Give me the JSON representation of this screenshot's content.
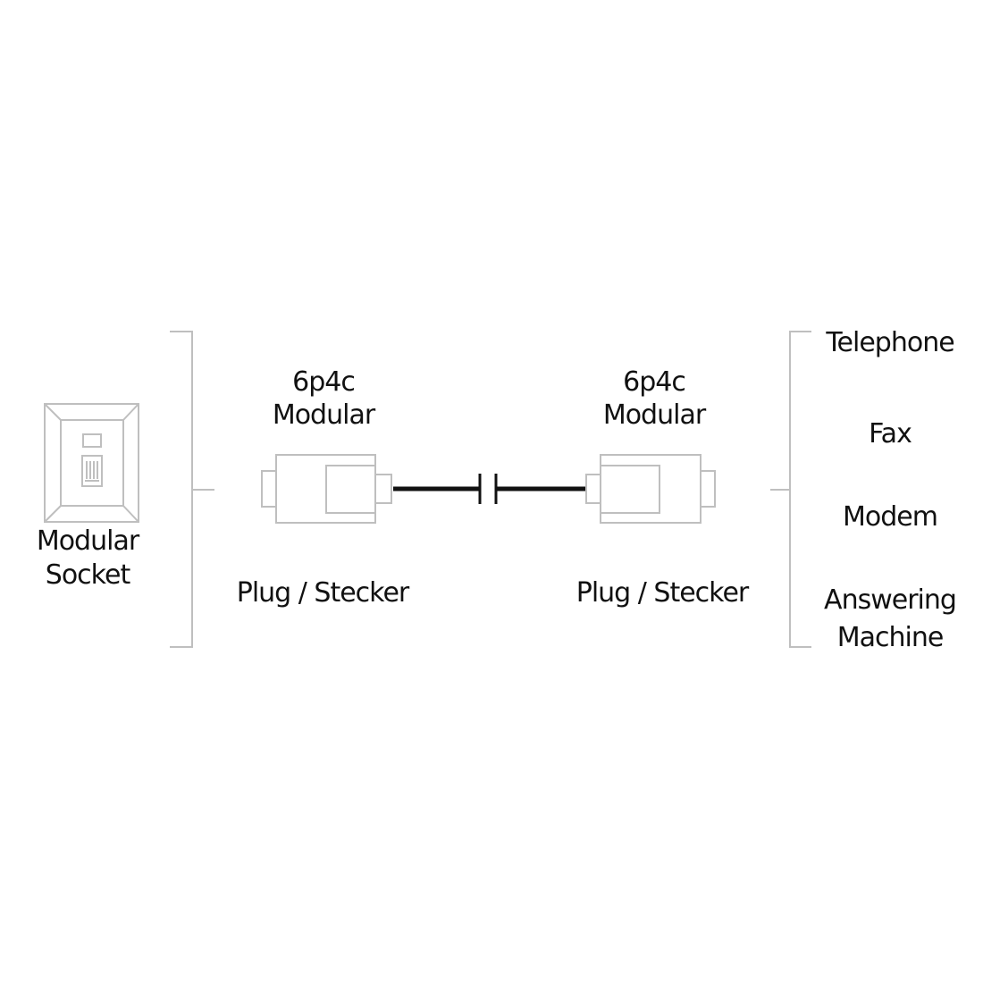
{
  "socket": {
    "label_line1": "Modular",
    "label_line2": "Socket"
  },
  "plug_left": {
    "type_line1": "6p4c",
    "type_line2": "Modular",
    "caption": "Plug / Stecker"
  },
  "plug_right": {
    "type_line1": "6p4c",
    "type_line2": "Modular",
    "caption": "Plug / Stecker"
  },
  "devices": [
    {
      "line1": "Telephone",
      "line2": ""
    },
    {
      "line1": "Fax",
      "line2": ""
    },
    {
      "line1": "Modem",
      "line2": ""
    },
    {
      "line1": "Answering",
      "line2": "Machine"
    }
  ],
  "colors": {
    "line": "#bfbfbf",
    "cable": "#111111",
    "text": "#111111"
  }
}
